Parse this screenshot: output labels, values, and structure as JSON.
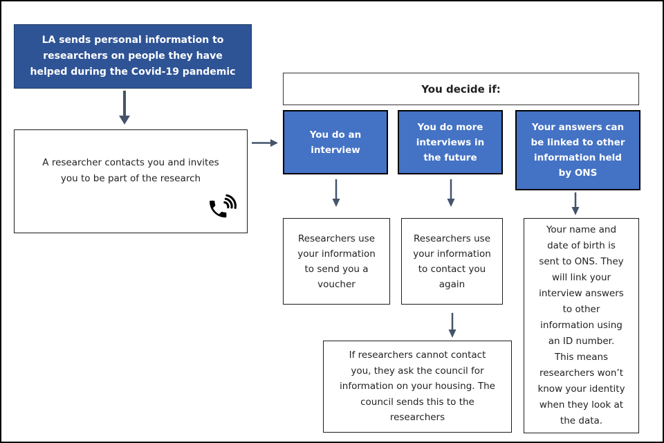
{
  "diagram": {
    "la_box": {
      "text": "LA sends personal information to\nresearchers on people they have\nhelped during the Covid-19 pandemic"
    },
    "researcher_box": {
      "text": "A researcher contacts you and invites\nyou to be part of the research"
    },
    "decide_header": {
      "text": "You decide if:"
    },
    "options": [
      {
        "label": "You do an\ninterview"
      },
      {
        "label": "You do more\ninterviews in\nthe future"
      },
      {
        "label": "Your answers can\nbe linked to other\ninformation held\nby ONS"
      }
    ],
    "outcomes": [
      {
        "text": "Researchers use\nyour information\nto send you a\nvoucher"
      },
      {
        "text": "Researchers use\nyour information\nto contact you\nagain"
      },
      {
        "text": "Your name and\ndate of birth is\nsent to ONS. They\nwill link your\ninterview answers\nto other\ninformation using\nan ID number.\nThis means\nresearchers won’t\nknow your identity\nwhen they look at\nthe data."
      }
    ],
    "followup_box": {
      "text": "If researchers cannot contact\nyou, they ask the council for\ninformation on your housing. The\ncouncil sends this to the\nresearchers"
    },
    "icons": {
      "phone": "phone-ringing-icon"
    }
  },
  "colors": {
    "dark_blue": "#2F5496",
    "accent_blue": "#4472C4",
    "arrow": "#44546A",
    "border": "#000000"
  }
}
